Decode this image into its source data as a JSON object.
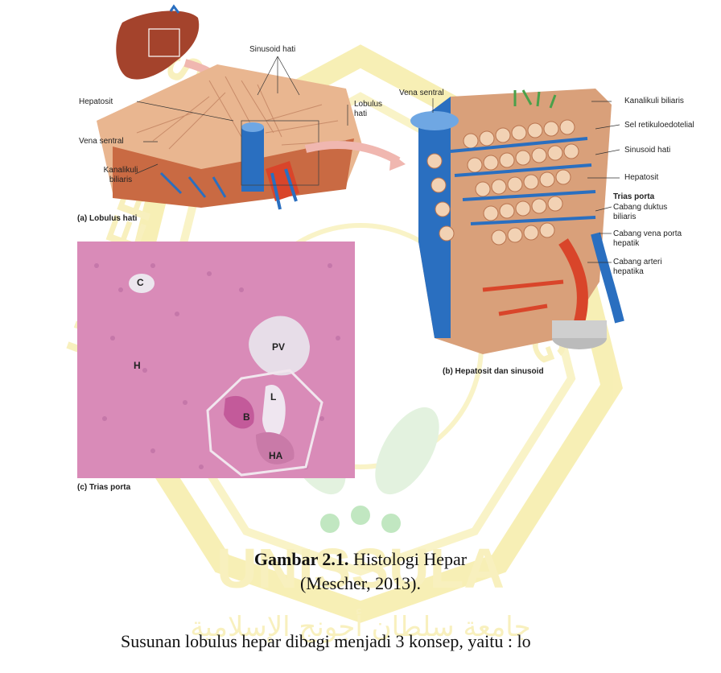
{
  "figure": {
    "panel_a": {
      "caption": "(a) Lobulus hati",
      "labels": {
        "sinusoid": "Sinusoid hati",
        "hepatosit": "Hepatosit",
        "lobulus": "Lobulus hati",
        "vena_sentral": "Vena sentral",
        "kanalikuli": "Kanalikuli biliaris"
      }
    },
    "panel_b": {
      "caption": "(b) Hepatosit dan sinusoid",
      "labels": {
        "vena_sentral": "Vena sentral",
        "kanalikuli": "Kanalikuli biliaris",
        "sel_retikulo": "Sel retikuloedotelial",
        "sinusoid": "Sinusoid hati",
        "hepatosit": "Hepatosit",
        "trias_porta": "Trias porta",
        "cabang_duktus": "Cabang duktus biliaris",
        "cabang_vena": "Cabang vena porta hepatik",
        "cabang_arteri": "Cabang arteri hepatika"
      }
    },
    "panel_c": {
      "caption": "(c) Trias porta",
      "labels": {
        "c": "C",
        "h": "H",
        "pv": "PV",
        "l": "L",
        "b": "B",
        "ha": "HA"
      }
    },
    "colors": {
      "tissue_pink": "#d98bb8",
      "vein_blue": "#2a6fc0",
      "artery_red": "#d9452a",
      "hepatocyte": "#e7b48a",
      "bile_green": "#4aa04a",
      "watermark_yellow": "#f2e27a",
      "watermark_green": "#7fc97f"
    }
  },
  "caption": {
    "label": "Gambar 2.1.",
    "title": "Histologi Hepar",
    "source": "(Mescher, 2013)."
  },
  "body_text": "Susunan lobulus hepar dibagi menjadi 3 konsep, yaitu : lo"
}
